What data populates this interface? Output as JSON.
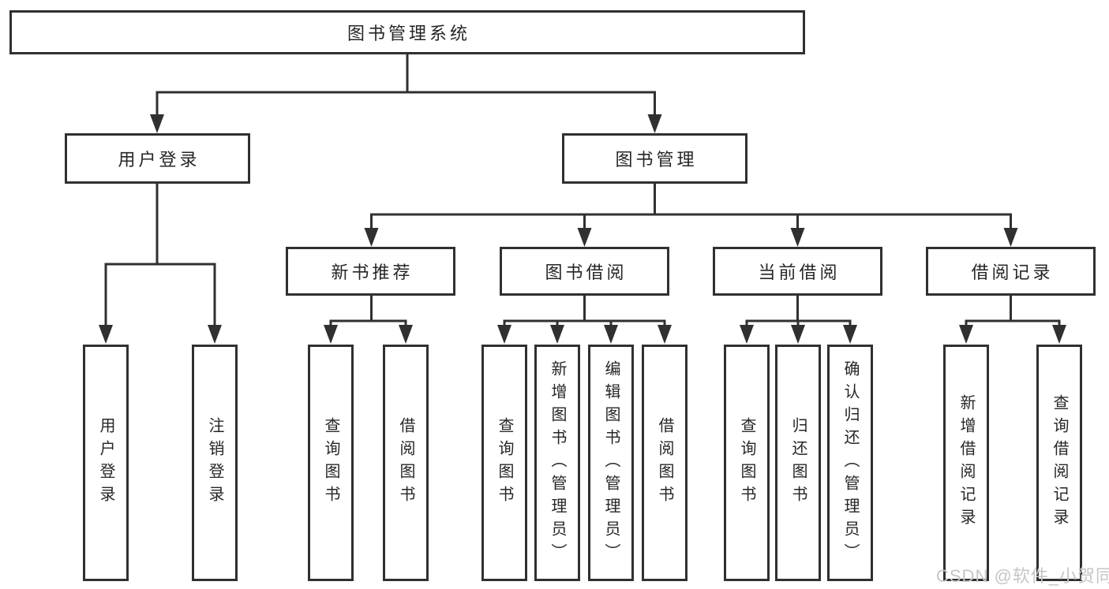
{
  "diagram": {
    "root": {
      "label": "图书管理系统"
    },
    "level2": [
      {
        "label": "用户登录"
      },
      {
        "label": "图书管理"
      }
    ],
    "level3": [
      {
        "label": "新书推荐"
      },
      {
        "label": "图书借阅"
      },
      {
        "label": "当前借阅"
      },
      {
        "label": "借阅记录"
      }
    ],
    "leaves": {
      "user_login": [
        {
          "label": "用户登录"
        },
        {
          "label": "注销登录"
        }
      ],
      "new_book_recommendation": [
        {
          "label": "查询图书"
        },
        {
          "label": "借阅图书"
        }
      ],
      "book_borrowing": [
        {
          "label": "查询图书"
        },
        {
          "label": "新增图书（管理员）"
        },
        {
          "label": "编辑图书（管理员）"
        },
        {
          "label": "借阅图书"
        }
      ],
      "current_borrowing": [
        {
          "label": "查询图书"
        },
        {
          "label": "归还图书"
        },
        {
          "label": "确认归还（管理员）"
        }
      ],
      "borrowing_records": [
        {
          "label": "新增借阅记录"
        },
        {
          "label": "查询借阅记录"
        }
      ]
    }
  },
  "watermark": {
    "text": "CSDN @软件_小贺同学"
  },
  "colors": {
    "line": "#303030",
    "text": "#262626",
    "watermark": "#c6c6c6",
    "background": "#ffffff"
  }
}
